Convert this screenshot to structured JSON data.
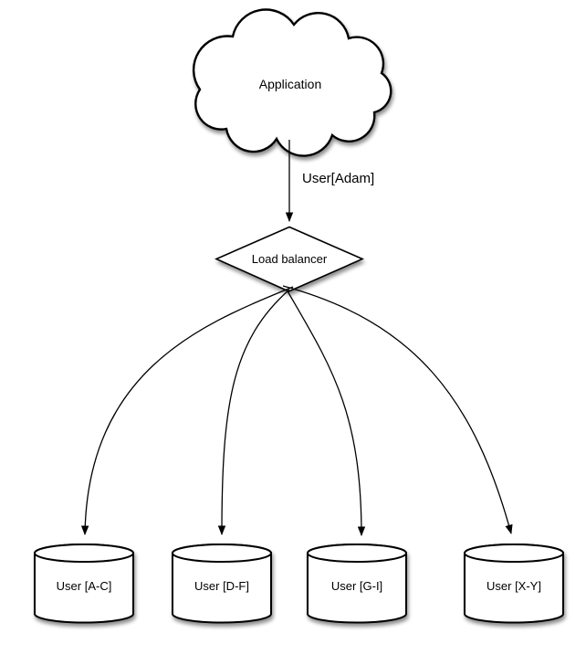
{
  "canvas": {
    "background": "#ffffff"
  },
  "diagram": {
    "description": "Database sharding by user name: application routes through a load balancer to sharded user databases",
    "nodes": {
      "application": {
        "shape": "cloud",
        "label": "Application"
      },
      "load_balancer": {
        "shape": "diamond",
        "label": "Load balancer"
      },
      "shards": [
        {
          "shape": "cylinder",
          "label": "User [A-C]"
        },
        {
          "shape": "cylinder",
          "label": "User [D-F]"
        },
        {
          "shape": "cylinder",
          "label": "User [G-I]"
        },
        {
          "shape": "cylinder",
          "label": "User [X-Y]"
        }
      ]
    },
    "edges": [
      {
        "from": "application",
        "to": "load_balancer",
        "label": "User[Adam]",
        "style": "straight-arrow"
      },
      {
        "from": "load_balancer",
        "to": "shard-a-c",
        "label": "",
        "style": "curved-arrow"
      },
      {
        "from": "load_balancer",
        "to": "shard-d-f",
        "label": "",
        "style": "curved-arrow"
      },
      {
        "from": "load_balancer",
        "to": "shard-g-i",
        "label": "",
        "style": "curved-arrow"
      },
      {
        "from": "load_balancer",
        "to": "shard-x-y",
        "label": "",
        "style": "curved-arrow"
      }
    ],
    "colors": {
      "stroke": "#000000",
      "node_fill": "#ffffff",
      "text": "#000000",
      "shadow": "rgba(0,0,0,0.45)"
    }
  }
}
